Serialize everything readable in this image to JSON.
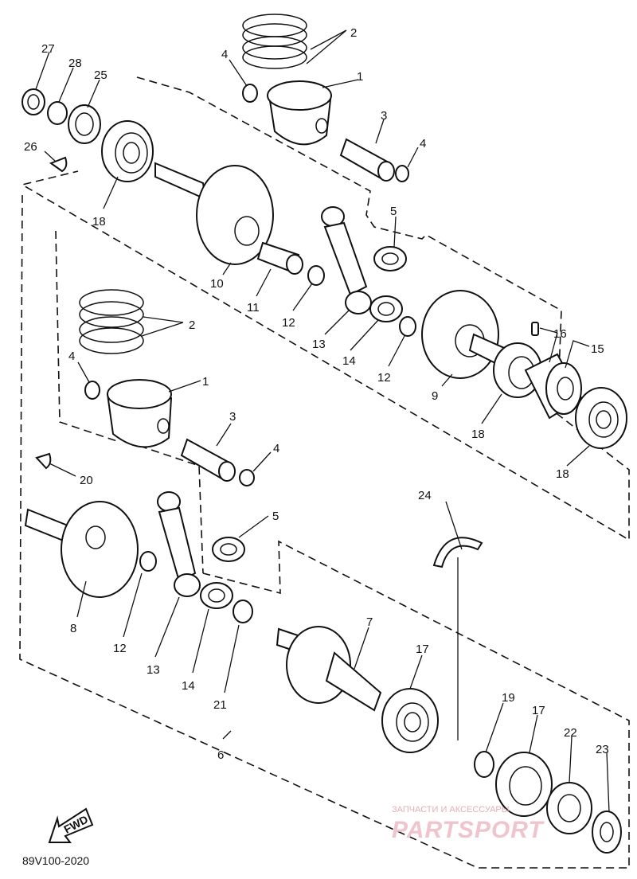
{
  "diagram": {
    "code": "89V100-2020",
    "fwd_label": "FWD",
    "watermark_top": "ЗАПЧАСТИ И АКСЕССУАРЫ",
    "watermark_logo": "PARTSPORT",
    "labels": {
      "l1a": "1",
      "l2a": "2",
      "l3a": "3",
      "l4a": "4",
      "l4b": "4",
      "l5a": "5",
      "l18a": "18",
      "l10": "10",
      "l11": "11",
      "l12a": "12",
      "l13a": "13",
      "l14a": "14",
      "l12b": "12",
      "l9": "9",
      "l16": "16",
      "l15": "15",
      "l18b": "18",
      "l18c": "18",
      "l27": "27",
      "l28": "28",
      "l25": "25",
      "l26": "26",
      "l2b": "2",
      "l4c": "4",
      "l1b": "1",
      "l3b": "3",
      "l4d": "4",
      "l20": "20",
      "l5b": "5",
      "l24": "24",
      "l8": "8",
      "l12c": "12",
      "l13b": "13",
      "l14b": "14",
      "l21": "21",
      "l6": "6",
      "l7": "7",
      "l17a": "17",
      "l19": "19",
      "l17b": "17",
      "l22": "22",
      "l23": "23"
    }
  }
}
